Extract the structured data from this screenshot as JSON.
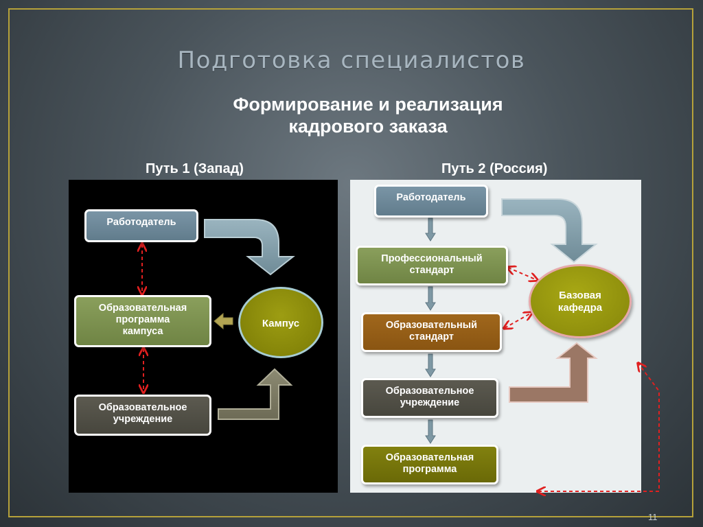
{
  "slide": {
    "title": "Подготовка специалистов",
    "subtitle_line1": "Формирование и реализация",
    "subtitle_line2": "кадрового заказа",
    "page_number": "11"
  },
  "path_west": {
    "label": "Путь 1 (Запад)",
    "employer": "Работодатель",
    "program_lines": [
      "Образовательная",
      "программа",
      "кампуса"
    ],
    "institution_lines": [
      "Образовательное",
      "учреждение"
    ],
    "campus": "Кампус"
  },
  "path_russia": {
    "label": "Путь 2 (Россия)",
    "employer": "Работодатель",
    "prof_standard_lines": [
      "Профессиональный",
      "стандарт"
    ],
    "edu_standard_lines": [
      "Образовательный",
      "стандарт"
    ],
    "institution_lines": [
      "Образовательное",
      "учреждение"
    ],
    "program_lines": [
      "Образовательная",
      "программа"
    ],
    "base_dept_lines": [
      "Базовая",
      "кафедра"
    ]
  },
  "colors": {
    "frame": "#b6a23a",
    "blue_box": "#6e899a",
    "green_box": "#7d9250",
    "dark_box": "#504f46",
    "brown_box": "#955e17",
    "olive_box": "#76750b",
    "big_arrow_blue": "#7f9ba6",
    "big_arrow_gray": "#7d7b64",
    "dashed_arrow": "#e02020"
  }
}
